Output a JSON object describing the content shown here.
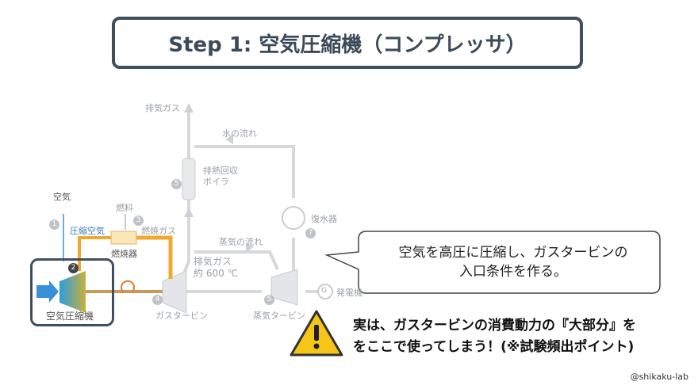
{
  "title": "Step 1: 空気圧縮機（コンプレッサ）",
  "labels": {
    "exhaust_gas": "排気ガス",
    "water_flow": "水の流れ",
    "hrsg": "排熱回収",
    "hrsg2": "ボイラ",
    "fuel": "燃料",
    "condenser": "復水器",
    "air": "空気",
    "compressed_air": "圧縮空気",
    "combustion_gas": "燃焼ガス",
    "combustor": "燃焼器",
    "steam_flow": "蒸気の流れ",
    "exhaust_gas2": "排気ガス",
    "exhaust_temp": "約 600 ℃",
    "generator": "発電機",
    "generator_symbol": "G",
    "compressor": "空気圧縮機",
    "gas_turbine": "ガスタービン",
    "steam_turbine": "蒸気タービン"
  },
  "numbers": {
    "n1": "1",
    "n2": "2",
    "n3": "3",
    "n4": "4",
    "n5a": "5",
    "n5b": "5",
    "n7": "7"
  },
  "callout": {
    "line1": "空気を高圧に圧縮し、ガスタービンの",
    "line2": "入口条件を作る。"
  },
  "warning": {
    "icon": "warning-triangle-icon",
    "line1": "実は、ガスタービンの消費動力の『大部分』を",
    "line2": "をここで使ってしまう！(※試験頻出ポイント)"
  },
  "credit": "@shikaku-lab",
  "colors": {
    "frame": "#3f4f5e",
    "pipe_gray": "#d6d8db",
    "pipe_orange": "#f0a830",
    "air_blue": "#3b8fd9",
    "warning_yellow": "#f5c518"
  }
}
